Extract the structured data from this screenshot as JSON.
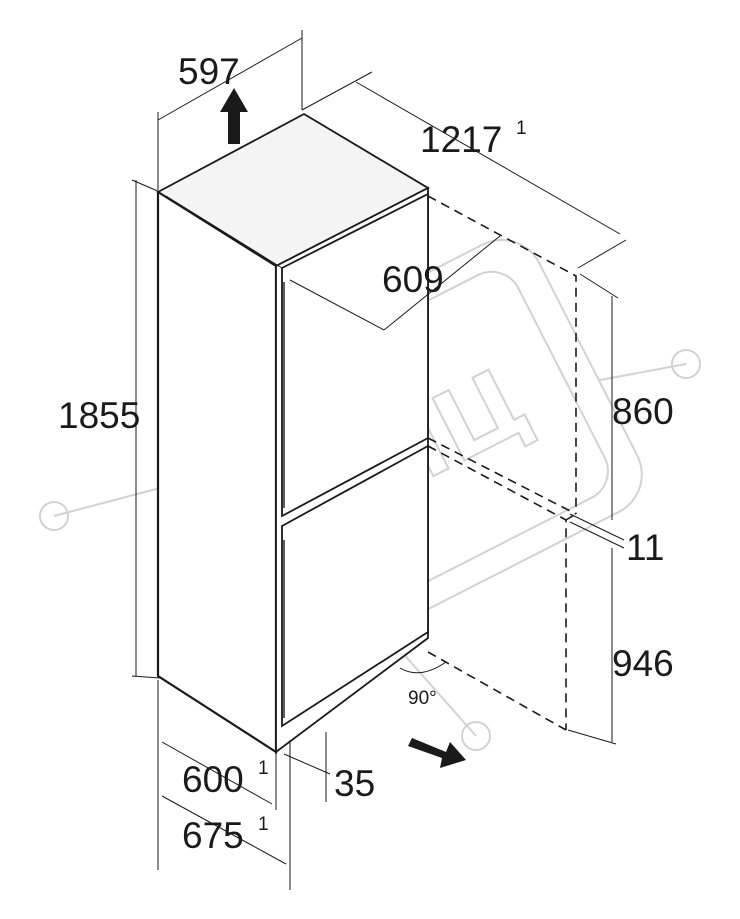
{
  "dimensions": {
    "top_width": "597",
    "depth_door_open": "1217",
    "depth_door_open_note": "1",
    "door_depth": "609",
    "height": "1855",
    "upper_door_height": "860",
    "door_gap": "11",
    "lower_door_height": "946",
    "depth": "600",
    "depth_note": "1",
    "depth_with_handle": "675",
    "depth_with_handle_note": "1",
    "plinth_height": "35",
    "door_angle": "90°"
  },
  "watermark": {
    "text": "КИЦ",
    "color": "#d2d2d2"
  },
  "icons": {
    "up": "arrow-up-icon",
    "airflow": "arrow-right-icon"
  },
  "colors": {
    "line": "#1a1a1a",
    "background": "#ffffff"
  }
}
